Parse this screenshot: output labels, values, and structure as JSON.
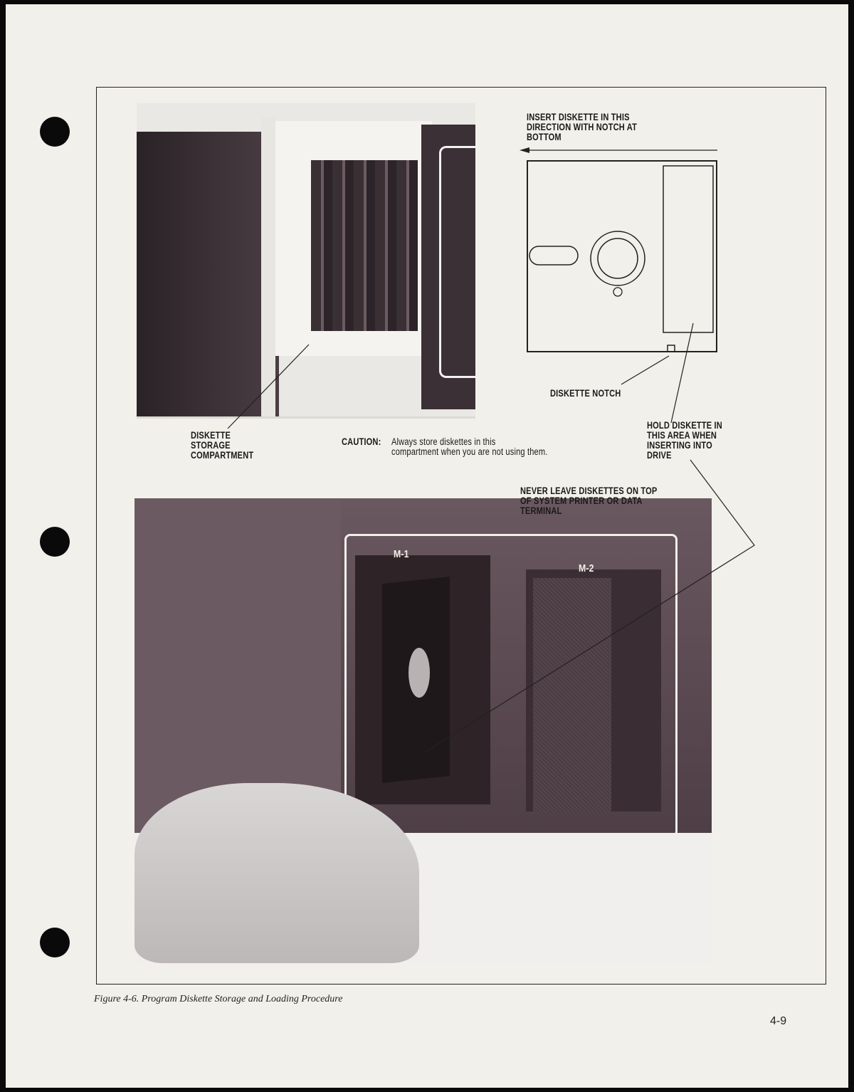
{
  "labels": {
    "insert_direction": "INSERT DISKETTE IN THIS\nDIRECTION WITH NOTCH AT\nBOTTOM",
    "diskette_notch": "DISKETTE NOTCH",
    "storage_compartment": "DISKETTE\nSTORAGE\nCOMPARTMENT",
    "caution_label": "CAUTION:",
    "caution_text": "Always store diskettes in this\ncompartment when you are not using them.",
    "hold_diskette": "HOLD DISKETTE IN\nTHIS AREA WHEN\nINSERTING INTO\nDRIVE",
    "never_leave": "NEVER LEAVE DISKETTES ON TOP\nOF SYSTEM PRINTER OR DATA\nTERMINAL",
    "drive_m1": "M-1",
    "drive_m2": "M-2"
  },
  "caption": "Figure 4-6.  Program Diskette Storage and Loading Procedure",
  "page_number": "4-9"
}
